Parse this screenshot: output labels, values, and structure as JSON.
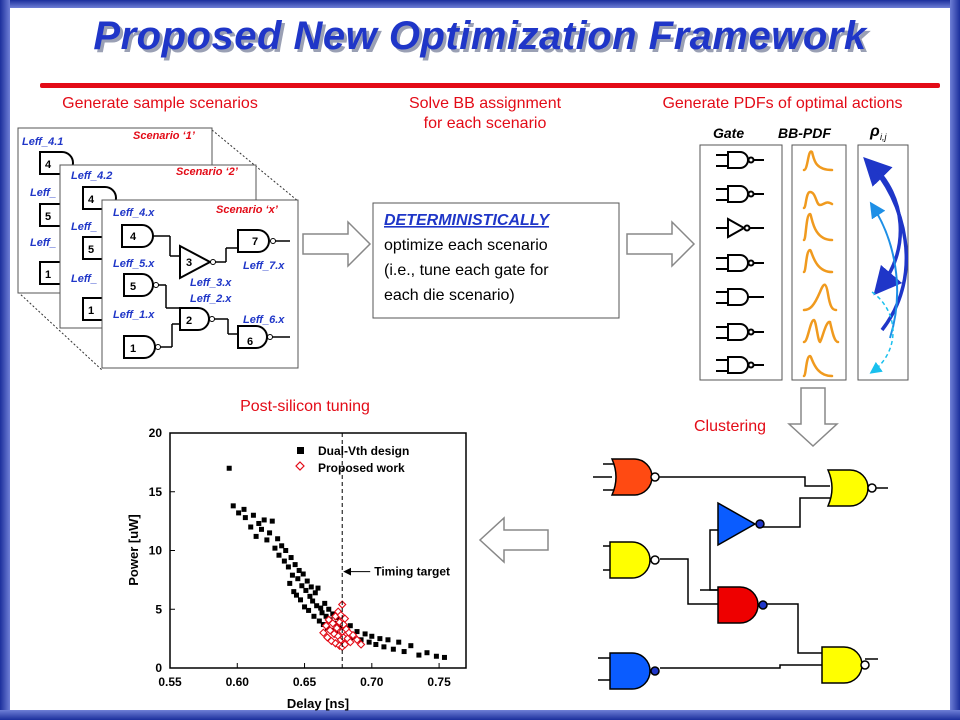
{
  "title": "Proposed New Optimization Framework",
  "accent_red": "#e30b17",
  "accent_blue": "#1f36c8",
  "labels": {
    "generate_scenarios": "Generate sample scenarios",
    "solve_bb_line1": "Solve BB assignment",
    "solve_bb_line2": "for each scenario",
    "generate_pdfs": "Generate PDFs of optimal actions",
    "post_silicon": "Post-silicon tuning",
    "clustering": "Clustering"
  },
  "scenarios": {
    "card1": {
      "title": "Scenario ‘1’",
      "leff_a": "Leff_4.1",
      "leff_b": "Leff_",
      "leff_c": "Leff_",
      "gate_a": "4",
      "gate_b": "5",
      "gate_c": "1"
    },
    "card2": {
      "title": "Scenario ‘2’",
      "leff_a": "Leff_4.2",
      "leff_b": "Leff_",
      "leff_c": "Leff_",
      "gate_a": "4",
      "gate_b": "5",
      "gate_c": "1"
    },
    "card3": {
      "title": "Scenario ‘x’",
      "leff_4": "Leff_4.x",
      "leff_5": "Leff_5.x",
      "leff_1": "Leff_1.x",
      "leff_3": "Leff_3.x",
      "leff_2": "Leff_2.x",
      "leff_7": "Leff_7.x",
      "leff_6": "Leff_6.x",
      "gates": [
        "4",
        "5",
        "1",
        "3",
        "2",
        "7",
        "6"
      ]
    }
  },
  "optimize_box": {
    "heading": "DETERMINISTICALLY",
    "lines": [
      "optimize each scenario",
      "(i.e., tune each gate for",
      "each die scenario)"
    ]
  },
  "pdf_columns": {
    "gate": "Gate",
    "bbpdf": "BB-PDF",
    "rho": "ρ",
    "rho_sub": "i,j"
  },
  "clustering_colors": {
    "orange": "#ff4a12",
    "yellow": "#ffff00",
    "blue": "#0a5cff",
    "red": "#ee0000",
    "navy": "#1f36c8"
  },
  "chart_data": {
    "type": "scatter",
    "xlabel": "Delay [ns]",
    "ylabel": "Power [uW]",
    "xlim": [
      0.55,
      0.77
    ],
    "ylim": [
      0,
      20
    ],
    "xticks": [
      "0.55",
      "0.60",
      "0.65",
      "0.70",
      "0.75"
    ],
    "yticks": [
      "0",
      "5",
      "10",
      "15",
      "20"
    ],
    "timing_target": 0.678,
    "timing_target_label": "Timing target",
    "legend_position": "top-right",
    "series": [
      {
        "name": "Dual-Vth design",
        "marker": "filled-square",
        "points": [
          [
            0.594,
            17.0
          ],
          [
            0.597,
            13.8
          ],
          [
            0.601,
            13.2
          ],
          [
            0.605,
            13.5
          ],
          [
            0.606,
            12.8
          ],
          [
            0.61,
            12.0
          ],
          [
            0.612,
            13.0
          ],
          [
            0.614,
            11.2
          ],
          [
            0.616,
            12.3
          ],
          [
            0.618,
            11.8
          ],
          [
            0.62,
            12.6
          ],
          [
            0.622,
            10.9
          ],
          [
            0.624,
            11.5
          ],
          [
            0.626,
            12.5
          ],
          [
            0.628,
            10.2
          ],
          [
            0.63,
            11.0
          ],
          [
            0.631,
            9.6
          ],
          [
            0.633,
            10.4
          ],
          [
            0.635,
            9.1
          ],
          [
            0.636,
            10.0
          ],
          [
            0.638,
            8.6
          ],
          [
            0.64,
            9.4
          ],
          [
            0.641,
            7.9
          ],
          [
            0.643,
            8.8
          ],
          [
            0.645,
            7.6
          ],
          [
            0.646,
            8.3
          ],
          [
            0.648,
            7.0
          ],
          [
            0.649,
            8.0
          ],
          [
            0.651,
            6.6
          ],
          [
            0.652,
            7.4
          ],
          [
            0.654,
            6.1
          ],
          [
            0.655,
            6.9
          ],
          [
            0.656,
            5.7
          ],
          [
            0.658,
            6.4
          ],
          [
            0.659,
            5.3
          ],
          [
            0.66,
            6.8
          ],
          [
            0.662,
            5.1
          ],
          [
            0.663,
            4.7
          ],
          [
            0.665,
            5.5
          ],
          [
            0.666,
            4.4
          ],
          [
            0.668,
            5.0
          ],
          [
            0.669,
            4.1
          ],
          [
            0.671,
            4.6
          ],
          [
            0.672,
            3.8
          ],
          [
            0.674,
            4.3
          ],
          [
            0.675,
            3.6
          ],
          [
            0.642,
            6.5
          ],
          [
            0.647,
            5.8
          ],
          [
            0.65,
            5.2
          ],
          [
            0.653,
            4.9
          ],
          [
            0.657,
            4.4
          ],
          [
            0.661,
            4.0
          ],
          [
            0.664,
            3.7
          ],
          [
            0.667,
            3.4
          ],
          [
            0.67,
            3.2
          ],
          [
            0.673,
            3.0
          ],
          [
            0.639,
            7.2
          ],
          [
            0.644,
            6.2
          ],
          [
            0.676,
            3.5
          ],
          [
            0.678,
            3.3
          ],
          [
            0.681,
            3.4
          ],
          [
            0.684,
            3.6
          ],
          [
            0.686,
            2.6
          ],
          [
            0.689,
            3.1
          ],
          [
            0.692,
            2.4
          ],
          [
            0.695,
            2.9
          ],
          [
            0.698,
            2.2
          ],
          [
            0.7,
            2.7
          ],
          [
            0.703,
            2.0
          ],
          [
            0.706,
            2.5
          ],
          [
            0.709,
            1.8
          ],
          [
            0.712,
            2.4
          ],
          [
            0.716,
            1.6
          ],
          [
            0.72,
            2.2
          ],
          [
            0.724,
            1.4
          ],
          [
            0.729,
            1.9
          ],
          [
            0.735,
            1.1
          ],
          [
            0.741,
            1.3
          ],
          [
            0.748,
            1.0
          ],
          [
            0.754,
            0.9
          ]
        ]
      },
      {
        "name": "Proposed work",
        "marker": "hollow-diamond",
        "points": [
          [
            0.664,
            3.0
          ],
          [
            0.666,
            3.6
          ],
          [
            0.667,
            2.6
          ],
          [
            0.668,
            4.1
          ],
          [
            0.669,
            3.2
          ],
          [
            0.67,
            2.3
          ],
          [
            0.671,
            3.8
          ],
          [
            0.672,
            2.9
          ],
          [
            0.673,
            4.4
          ],
          [
            0.673,
            2.1
          ],
          [
            0.674,
            3.4
          ],
          [
            0.675,
            2.7
          ],
          [
            0.675,
            4.8
          ],
          [
            0.676,
            1.9
          ],
          [
            0.676,
            3.9
          ],
          [
            0.677,
            2.4
          ],
          [
            0.677,
            4.5
          ],
          [
            0.678,
            3.1
          ],
          [
            0.678,
            5.4
          ],
          [
            0.678,
            1.8
          ],
          [
            0.679,
            3.7
          ],
          [
            0.679,
            2.6
          ],
          [
            0.68,
            4.2
          ],
          [
            0.68,
            2.0
          ],
          [
            0.681,
            3.3
          ],
          [
            0.682,
            2.5
          ],
          [
            0.683,
            3.0
          ],
          [
            0.684,
            2.2
          ],
          [
            0.686,
            2.8
          ],
          [
            0.689,
            2.4
          ],
          [
            0.692,
            2.0
          ]
        ]
      }
    ]
  }
}
